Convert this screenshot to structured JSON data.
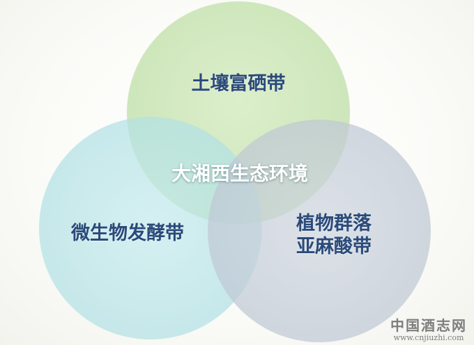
{
  "diagram": {
    "type": "venn",
    "circles": [
      {
        "id": "top",
        "label": "土壤富硒带",
        "color": "#c7e3b2"
      },
      {
        "id": "left",
        "label": "微生物发酵带",
        "color": "#b6e3e6"
      },
      {
        "id": "right",
        "label_lines": [
          "植物群落",
          "亚麻酸带"
        ],
        "color": "#c4ccd7"
      }
    ],
    "center_label": "大湘西生态环境"
  },
  "watermark": {
    "name": "中国酒志网",
    "url": "www.cnjiuzhi.com"
  },
  "colors": {
    "label_text": "#2a4a7a",
    "center_text": "#ffffff"
  }
}
